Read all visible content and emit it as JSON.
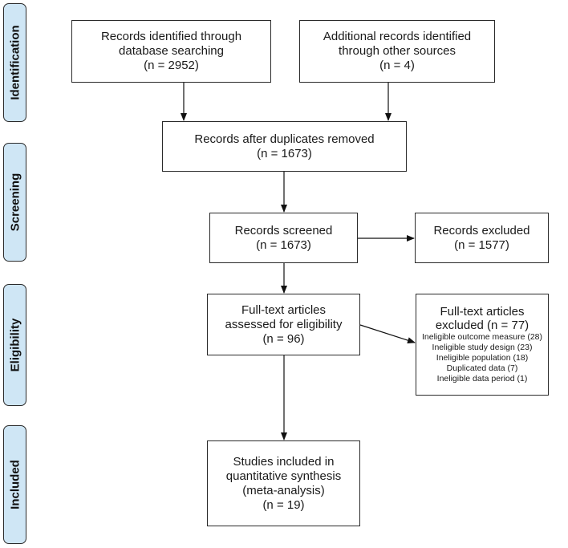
{
  "phases": {
    "identification": "Identification",
    "screening": "Screening",
    "eligibility": "Eligibility",
    "included": "Included"
  },
  "boxes": {
    "db_search": [
      "Records identified through",
      "database searching",
      "(n = 2952)"
    ],
    "other_sources": [
      "Additional records identified",
      "through other sources",
      "(n = 4)"
    ],
    "dedup": [
      "Records after duplicates removed",
      "(n = 1673)"
    ],
    "screened": [
      "Records screened",
      "(n = 1673)"
    ],
    "excluded": [
      "Records excluded",
      "(n = 1577)"
    ],
    "fulltext": [
      "Full-text articles",
      "assessed for eligibility",
      "(n = 96)"
    ],
    "fulltext_excluded": {
      "heading": [
        "Full-text articles",
        "excluded (n = 77)"
      ],
      "reasons": [
        "Ineligible outcome measure (28)",
        "Ineligible study design (23)",
        "Ineligible population (18)",
        "Duplicated data (7)",
        "Ineligible data period (1)"
      ]
    },
    "included": [
      "Studies included in",
      "quantitative synthesis",
      "(meta-analysis)",
      "(n = 19)"
    ]
  }
}
